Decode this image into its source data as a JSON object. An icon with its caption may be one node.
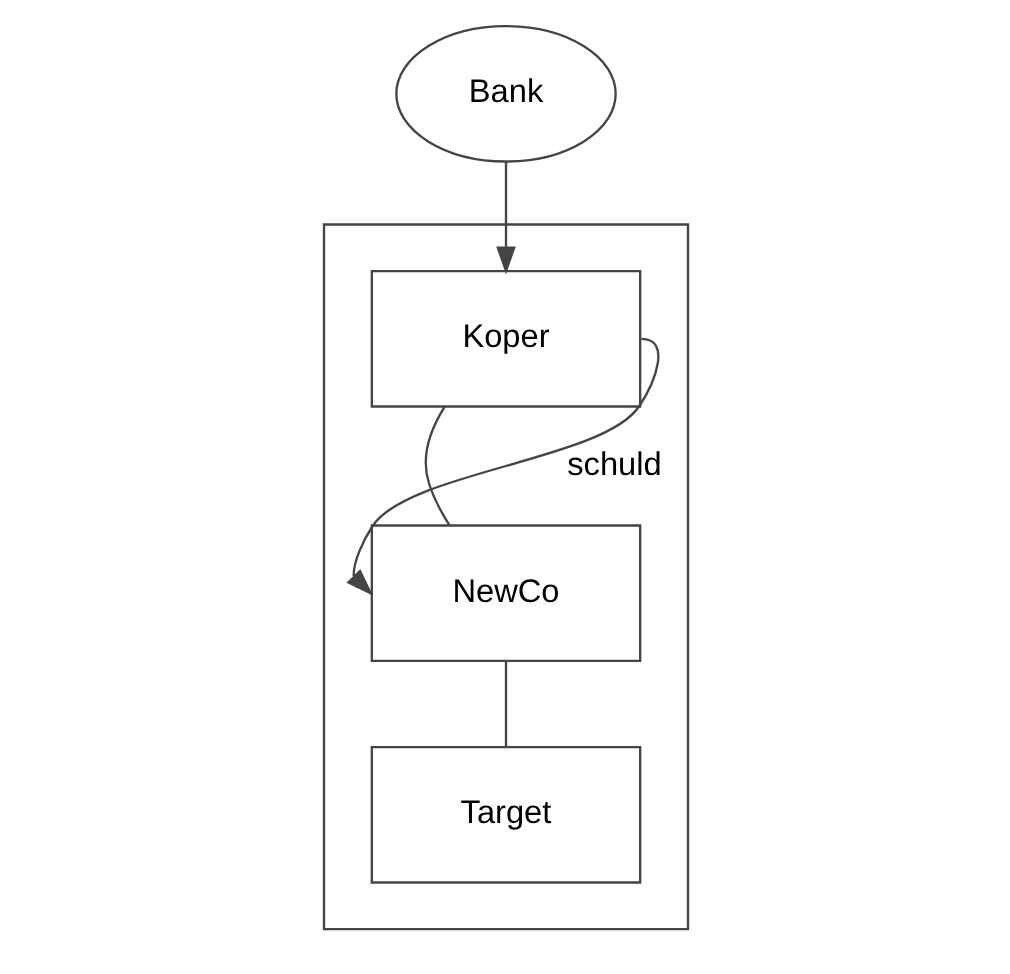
{
  "diagram": {
    "nodes": [
      {
        "text": [
          "Bank"
        ]
      },
      {
        "text": [],
        "shape": "box"
      },
      {
        "text": [
          "Koper"
        ],
        "in": 1
      },
      {
        "text": [
          "NewCo"
        ],
        "in": 1
      },
      {
        "text": [
          "Target"
        ],
        "in": 1
      }
    ],
    "edges": [
      {
        "from": 0,
        "to": 2,
        "arrow": "to"
      },
      {
        "from": 2,
        "to": 3,
        "arrow": "none"
      },
      {
        "from": 3,
        "to": 4,
        "arrow": "none"
      },
      {
        "from": 2,
        "to": 3,
        "arrow": "to",
        "label": "schuld"
      }
    ]
  }
}
